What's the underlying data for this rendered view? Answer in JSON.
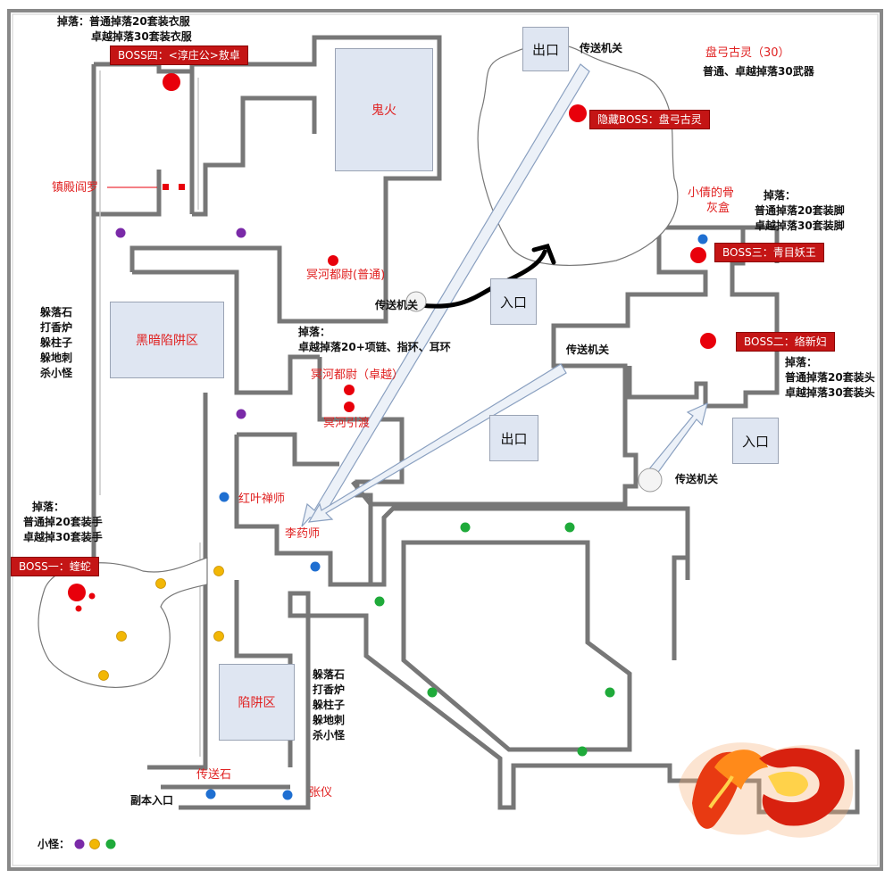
{
  "title_drops_top_left": {
    "l1": "掉落：普通掉落20套装衣服",
    "l2": "卓越掉落30套装衣服"
  },
  "boss4": "BOSS四：<淳庄公>敖卓",
  "ghost_fire": "鬼火",
  "zhendian": "镇殿阎罗",
  "exit_top": "出口",
  "teleport_top": "传送机关",
  "panggong_title": "盘弓古灵（30）",
  "panggong_drop": "普通、卓越掉落30武器",
  "hidden_boss": "隐藏BOSS：盘弓古灵",
  "xiaoqian": {
    "l1": "小倩的骨",
    "l2": "灰盒"
  },
  "boss3_drop": {
    "l1": "掉落：",
    "l2": "普通掉落20套装脚",
    "l3": "卓越掉落30套装脚"
  },
  "boss3": "BOSS三：青目妖王",
  "minghe_normal": "冥河都尉(普通)",
  "entrance_mid": "入口",
  "teleport_mid": "传送机关",
  "dark_trap": "黑暗陷阱区",
  "dodge_left": {
    "l1": "躲落石",
    "l2": "打香炉",
    "l3": "躲柱子",
    "l4": "躲地刺",
    "l5": "杀小怪"
  },
  "minghe_drop": {
    "l1": "掉落：",
    "l2": "卓越掉落20+项链、指环、耳环"
  },
  "teleport_right": "传送机关",
  "boss2": "BOSS二：络新妇",
  "boss2_drop": {
    "l1": "掉落：",
    "l2": "普通掉落20套装头",
    "l3": "卓越掉落30套装头"
  },
  "minghe_elite": "冥河都尉（卓越）",
  "minghe_ferry": "冥河引渡",
  "exit_mid": "出口",
  "entrance_right": "入口",
  "teleport_bottom": "传送机关",
  "hongye": "红叶禅师",
  "liyaoshi": "李药师",
  "boss1_drop": {
    "l1": "掉落：",
    "l2": "普通掉20套装手",
    "l3": "卓越掉30套装手"
  },
  "boss1": "BOSS一：蝰蛇",
  "trap_zone": "陷阱区",
  "dodge_bottom": {
    "l1": "躲落石",
    "l2": "打香炉",
    "l3": "躲柱子",
    "l4": "躲地刺",
    "l5": "杀小怪"
  },
  "teleport_stone": "传送石",
  "zhangyi": "张仪",
  "dungeon_entrance": "副本入口",
  "minion_legend": "小怪：",
  "colors": {
    "red": "#e8000b",
    "purple": "#7a2aa8",
    "blue": "#1f6fd1",
    "yellow": "#f2b705",
    "green": "#1faa3a",
    "boss_bg": "#c41515",
    "room": "#dfe6f2",
    "wall": "#777777"
  }
}
